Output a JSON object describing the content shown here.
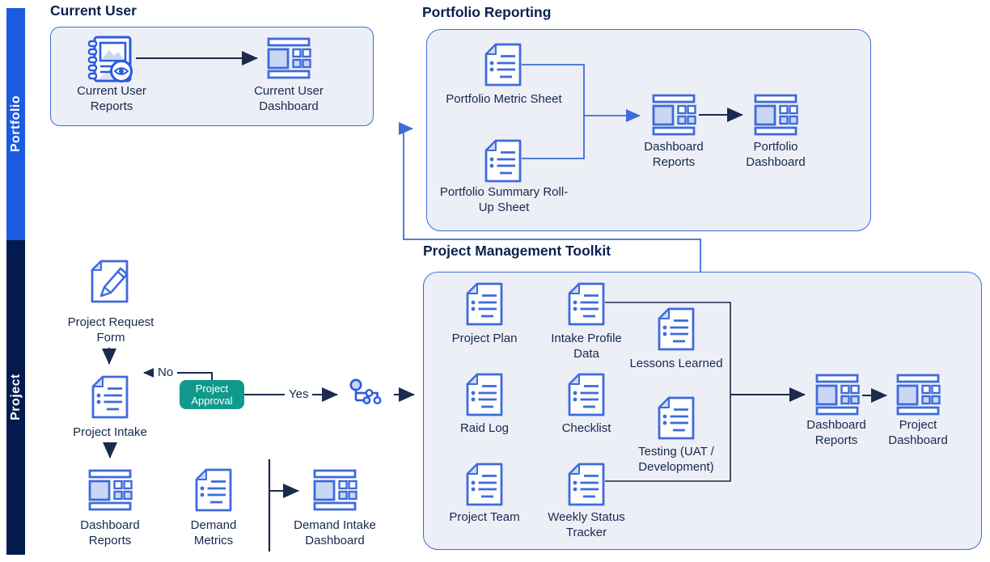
{
  "bars": {
    "portfolio": "Portfolio",
    "project": "Project"
  },
  "sections": {
    "current_user": {
      "title": "Current User"
    },
    "portfolio_reporting": {
      "title": "Portfolio Reporting"
    },
    "project_toolkit": {
      "title": "Project Management Toolkit"
    }
  },
  "nodes": {
    "current_user_reports": "Current User Reports",
    "current_user_dashboard": "Current User Dashboard",
    "portfolio_metric_sheet": "Portfolio Metric Sheet",
    "portfolio_summary_rollup": "Portfolio Summary Roll-Up Sheet",
    "portfolio_dashboard_reports": "Dashboard Reports",
    "portfolio_dashboard": "Portfolio Dashboard",
    "project_request_form": "Project Request Form",
    "project_intake": "Project Intake",
    "project_dashboard_reports": "Dashboard Reports",
    "demand_metrics": "Demand Metrics",
    "demand_intake_dashboard": "Demand Intake Dashboard",
    "project_plan": "Project Plan",
    "intake_profile_data": "Intake Profile Data",
    "lessons_learned": "Lessons Learned",
    "raid_log": "Raid Log",
    "checklist": "Checklist",
    "testing_uat": "Testing (UAT / Development)",
    "project_team": "Project Team",
    "weekly_status_tracker": "Weekly Status Tracker",
    "toolkit_dashboard_reports": "Dashboard Reports",
    "project_dashboard": "Project Dashboard"
  },
  "decision": {
    "label": "Project Approval",
    "yes": "Yes",
    "no": "No"
  },
  "colors": {
    "icon_blue": "#3e6bdb",
    "icon_fill": "#c9d7f5",
    "arrow_navy": "#1a2b4d",
    "portfolio_bar": "#1b5be0",
    "project_bar": "#031a4f",
    "approval_teal": "#11998c",
    "box_fill": "#edeff6",
    "text_navy": "#16294f"
  }
}
